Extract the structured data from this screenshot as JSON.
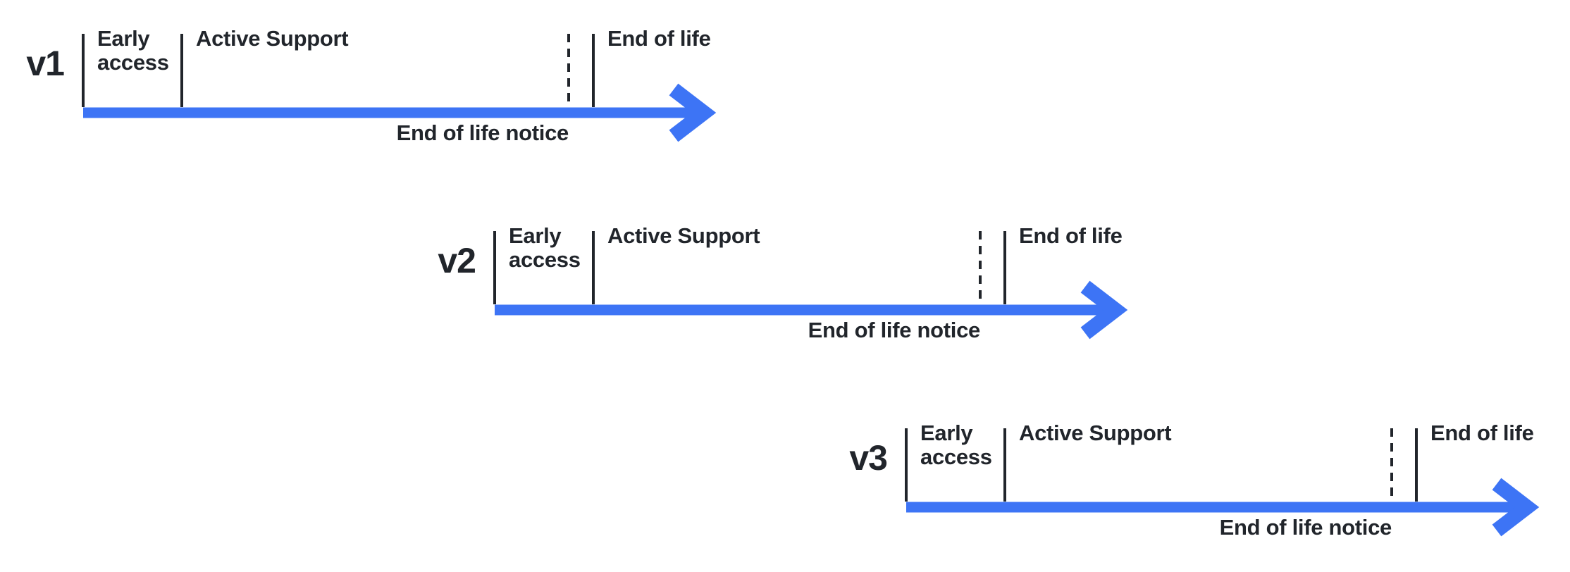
{
  "diagram": {
    "title": "version-lifecycle-timelines",
    "colors": {
      "accent": "#3D74F5",
      "line": "#21252B",
      "background": "#FFFFFF"
    },
    "labels": {
      "early_access": "Early access",
      "active_support": "Active Support",
      "end_of_life": "End of life",
      "end_of_life_notice": "End of life notice"
    },
    "rows": [
      {
        "version": "v1"
      },
      {
        "version": "v2"
      },
      {
        "version": "v3"
      }
    ]
  }
}
